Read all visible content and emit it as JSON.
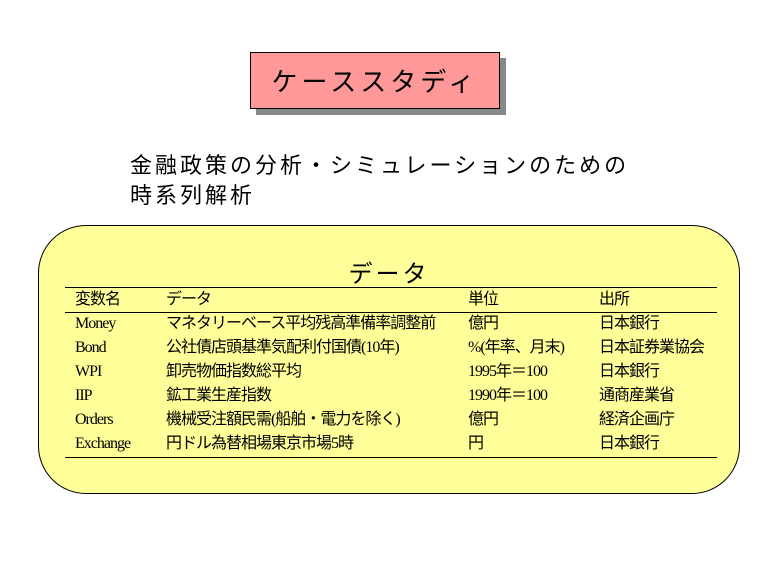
{
  "title": "ケーススタディ",
  "subtitle": [
    "金融政策の分析・シミュレーションのための",
    "時系列解析"
  ],
  "panel": {
    "title": "データ",
    "headers": [
      "変数名",
      "データ",
      "単位",
      "出所"
    ],
    "rows": [
      [
        "Money",
        "マネタリーベース平均残高準備率調整前",
        "億円",
        "日本銀行"
      ],
      [
        "Bond",
        "公社債店頭基準気配利付国債(10年)",
        "%(年率、月末)",
        "日本証券業協会"
      ],
      [
        "WPI",
        "卸売物価指数総平均",
        "1995年＝100",
        "日本銀行"
      ],
      [
        "IIP",
        "鉱工業生産指数",
        "1990年＝100",
        "通商産業省"
      ],
      [
        "Orders",
        "機械受注額民需(船舶・電力を除く)",
        "億円",
        "経済企画庁"
      ],
      [
        "Exchange",
        "円ドル為替相場東京市場5時",
        "円",
        "日本銀行"
      ]
    ]
  }
}
